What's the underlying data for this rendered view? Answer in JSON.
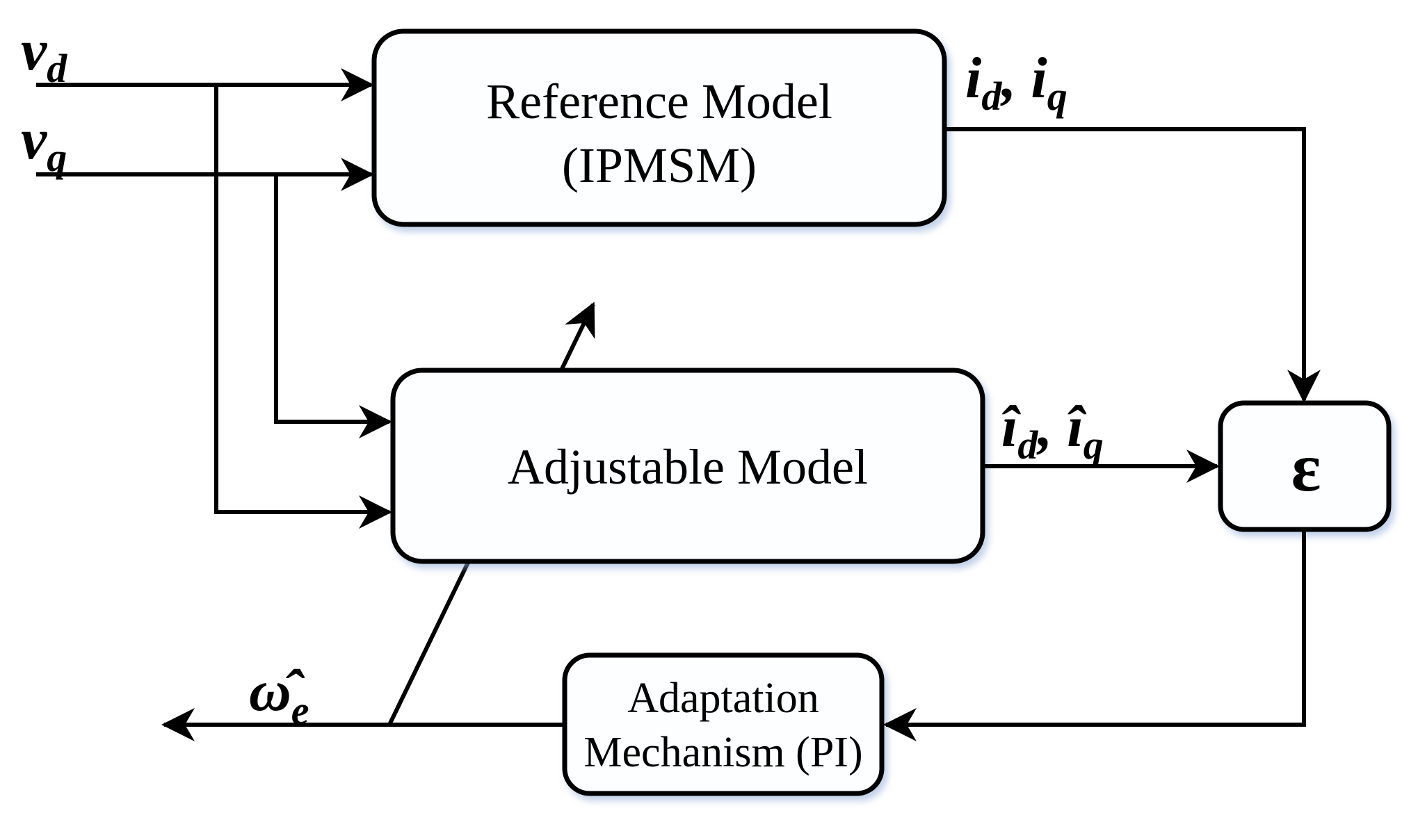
{
  "figure": {
    "background": "#ffffff",
    "ink": "#000000",
    "box_fill": "#fdfeff",
    "glow": "#8caad7"
  },
  "blocks": {
    "reference_model": {
      "line1": "Reference Model",
      "line2": "(IPMSM)"
    },
    "adjustable_model": {
      "label": "Adjustable Model"
    },
    "adaptation_mechanism": {
      "line1": "Adaptation",
      "line2": "Mechanism (PI)"
    },
    "error_comparator": {
      "symbol": "ε"
    }
  },
  "signals": {
    "v_d": {
      "base": "v",
      "sub": "d"
    },
    "v_q": {
      "base": "v",
      "sub": "q"
    },
    "i_dq": {
      "base1": "i",
      "sub1": "d",
      "sep": ", ",
      "base2": "i",
      "sub2": "q"
    },
    "i_dq_hat": {
      "base1": "î",
      "sub1": "d",
      "sep": ", ",
      "base2": "î",
      "sub2": "q"
    },
    "omega_e_hat": {
      "base": "ω̂",
      "sub": "e"
    }
  }
}
